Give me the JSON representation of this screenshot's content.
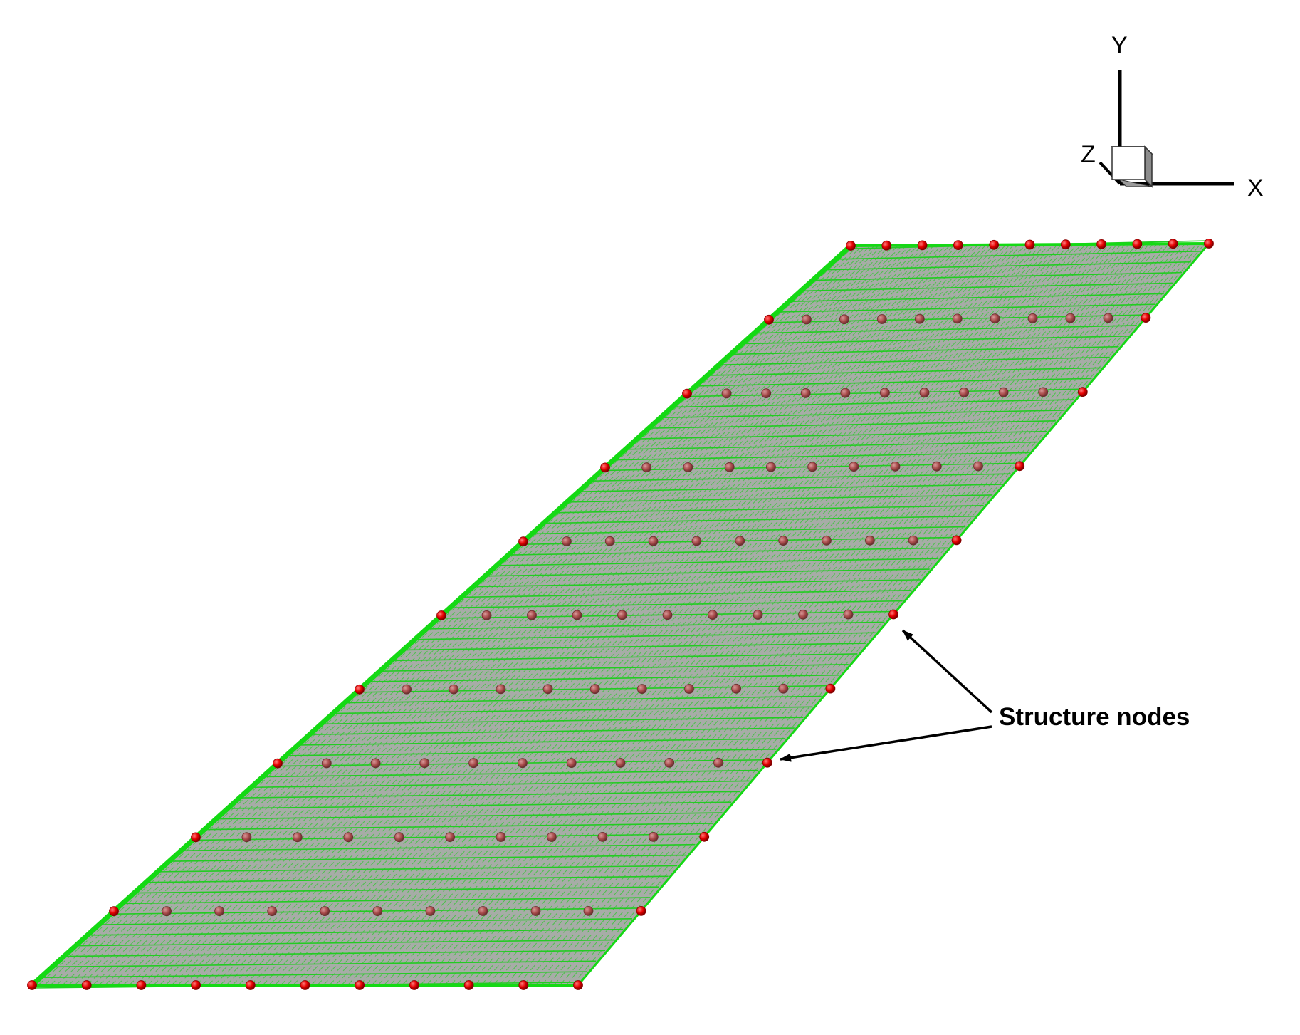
{
  "figure": {
    "axes_triad": {
      "x_label": "X",
      "y_label": "Y",
      "z_label": "Z"
    },
    "annotation": {
      "label": "Structure nodes"
    },
    "colors": {
      "mesh_line": "#22cc22",
      "mesh_edge": "#14d914",
      "panel_fill": "#a7aca7",
      "node_red": "#e60000",
      "node_muted": "#b05050",
      "arrow": "#000000"
    },
    "grid": {
      "rows": 10,
      "columns": 11
    }
  }
}
